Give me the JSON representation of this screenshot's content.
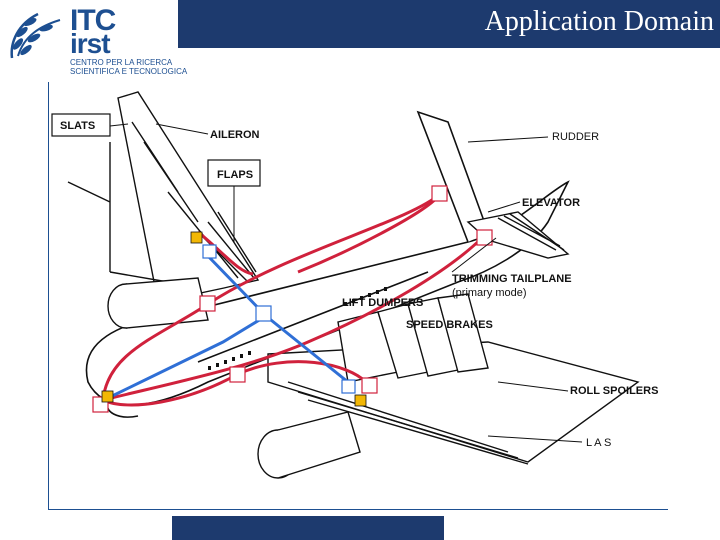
{
  "header": {
    "title": "Application Domain",
    "bar_color": "#1d3a6e"
  },
  "logo": {
    "line1": "ITC",
    "line2": "irst",
    "sub1": "CENTRO PER LA RICERCA",
    "sub2": "SCIENTIFICA E TECNOLOGICA",
    "color": "#1d4f91"
  },
  "diagram": {
    "labels": {
      "slats": "SLATS",
      "aileron": "AILERON",
      "flaps": "FLAPS",
      "rudder": "RUDDER",
      "elevator": "ELEVATOR",
      "trimming": "TRIMMING TAILPLANE",
      "trimming_sub": "(primary mode)",
      "lift_dumpers": "LIFT DUMPERS",
      "speed_brakes": "SPEED BRAKES",
      "roll_spoilers": "ROLL SPOILERS",
      "las": "L A S"
    },
    "colors": {
      "red_bus": "#d0213c",
      "blue_bus": "#2f6fd6",
      "node_yellow": "#f2b705",
      "node_white": "#ffffff",
      "line": "#111111"
    }
  }
}
